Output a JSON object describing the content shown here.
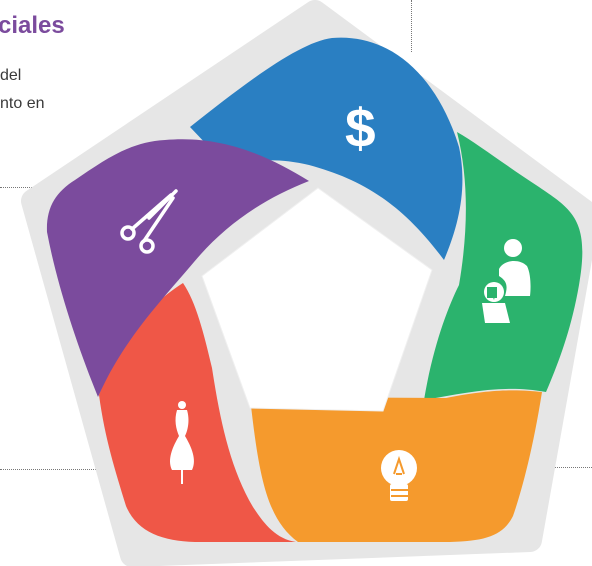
{
  "header": {
    "title": "ciales"
  },
  "content": {
    "lines": [
      "del",
      "nto en"
    ]
  },
  "diagram": {
    "segments": [
      {
        "name": "finance",
        "color": "#2a7fc2",
        "icon": "dollar-icon",
        "label": "$"
      },
      {
        "name": "service",
        "color": "#2bb36d",
        "icon": "tailor-fitting-icon"
      },
      {
        "name": "idea",
        "color": "#f59a2d",
        "icon": "lightbulb-icon"
      },
      {
        "name": "design",
        "color": "#ef5747",
        "icon": "dress-form-icon"
      },
      {
        "name": "production",
        "color": "#7b4b9d",
        "icon": "scissors-icon"
      }
    ],
    "outline_color": "#e6e6e6",
    "center_color": "#ffffff"
  }
}
